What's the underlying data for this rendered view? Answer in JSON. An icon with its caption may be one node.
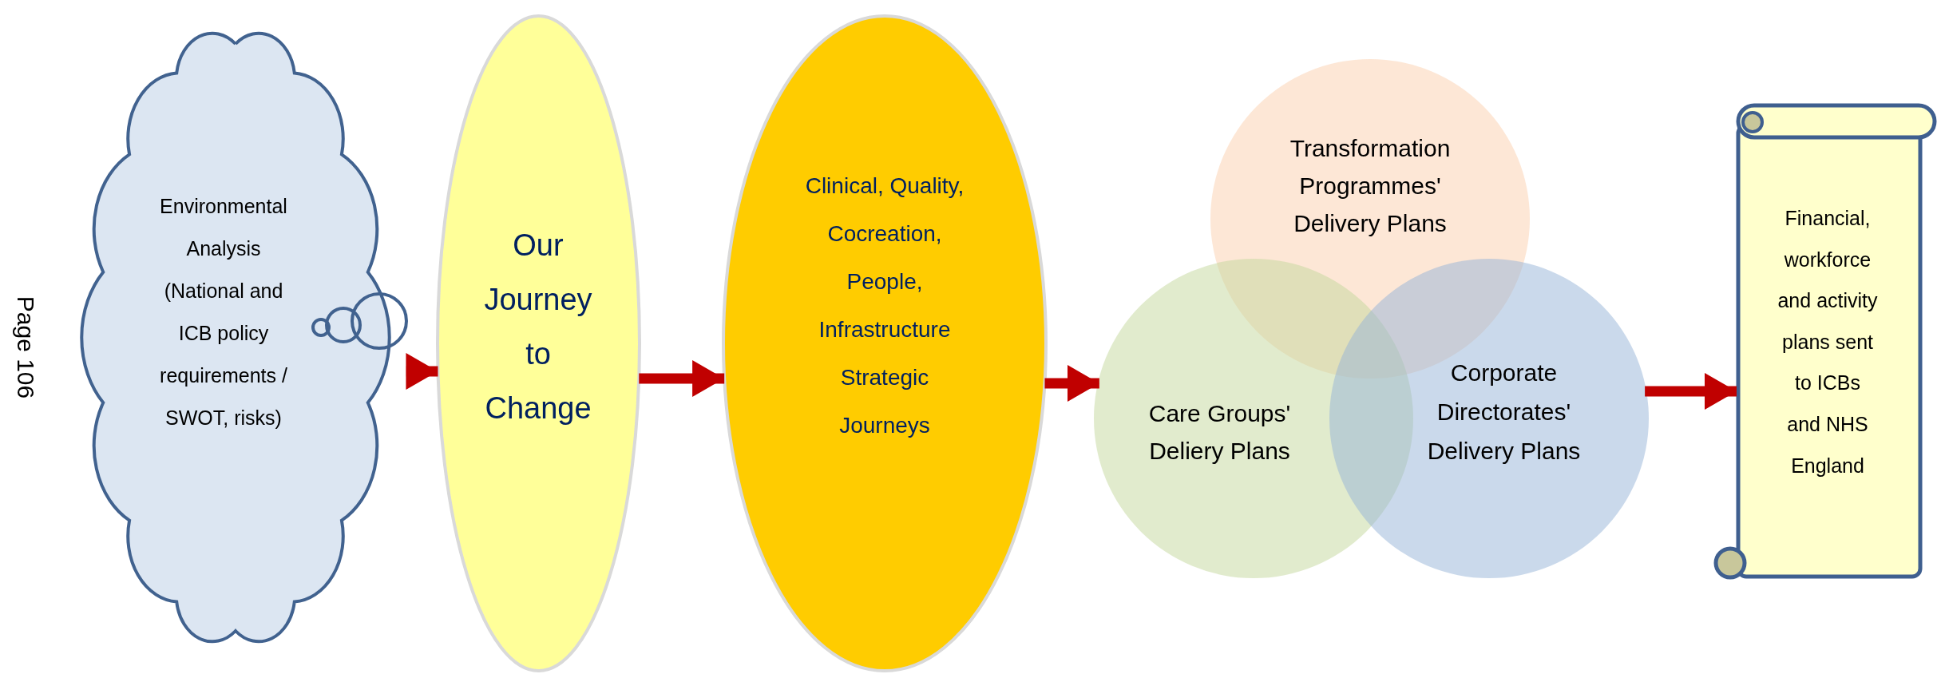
{
  "diagram": {
    "nodes": [
      {
        "text": [
          "Environmental Analysis (National and ICB policy requirements / SWOT, risks)"
        ]
      },
      {
        "text": [
          "Our Journey to Change"
        ]
      },
      {
        "text": [
          "Clinical, Quality, Cocreation, People, Infrastructure Strategic Journeys"
        ]
      },
      {
        "text": [
          "Transformation Programmes' Delivery Plans"
        ]
      },
      {
        "text": [
          "Care Groups' Deliery Plans"
        ]
      },
      {
        "text": [
          "Corporate Directorates' Delivery Plans"
        ]
      },
      {
        "text": [
          "Financial, workforce and activity plans sent to ICBs and NHS England"
        ]
      }
    ],
    "edges": [
      {
        "from": 0,
        "to": 1,
        "arrow": "to"
      },
      {
        "from": 1,
        "to": 2,
        "arrow": "to"
      },
      {
        "from": 2,
        "to": 4,
        "arrow": "to"
      },
      {
        "from": 5,
        "to": 6,
        "arrow": "to"
      }
    ],
    "labels": [
      "Page 106"
    ]
  }
}
